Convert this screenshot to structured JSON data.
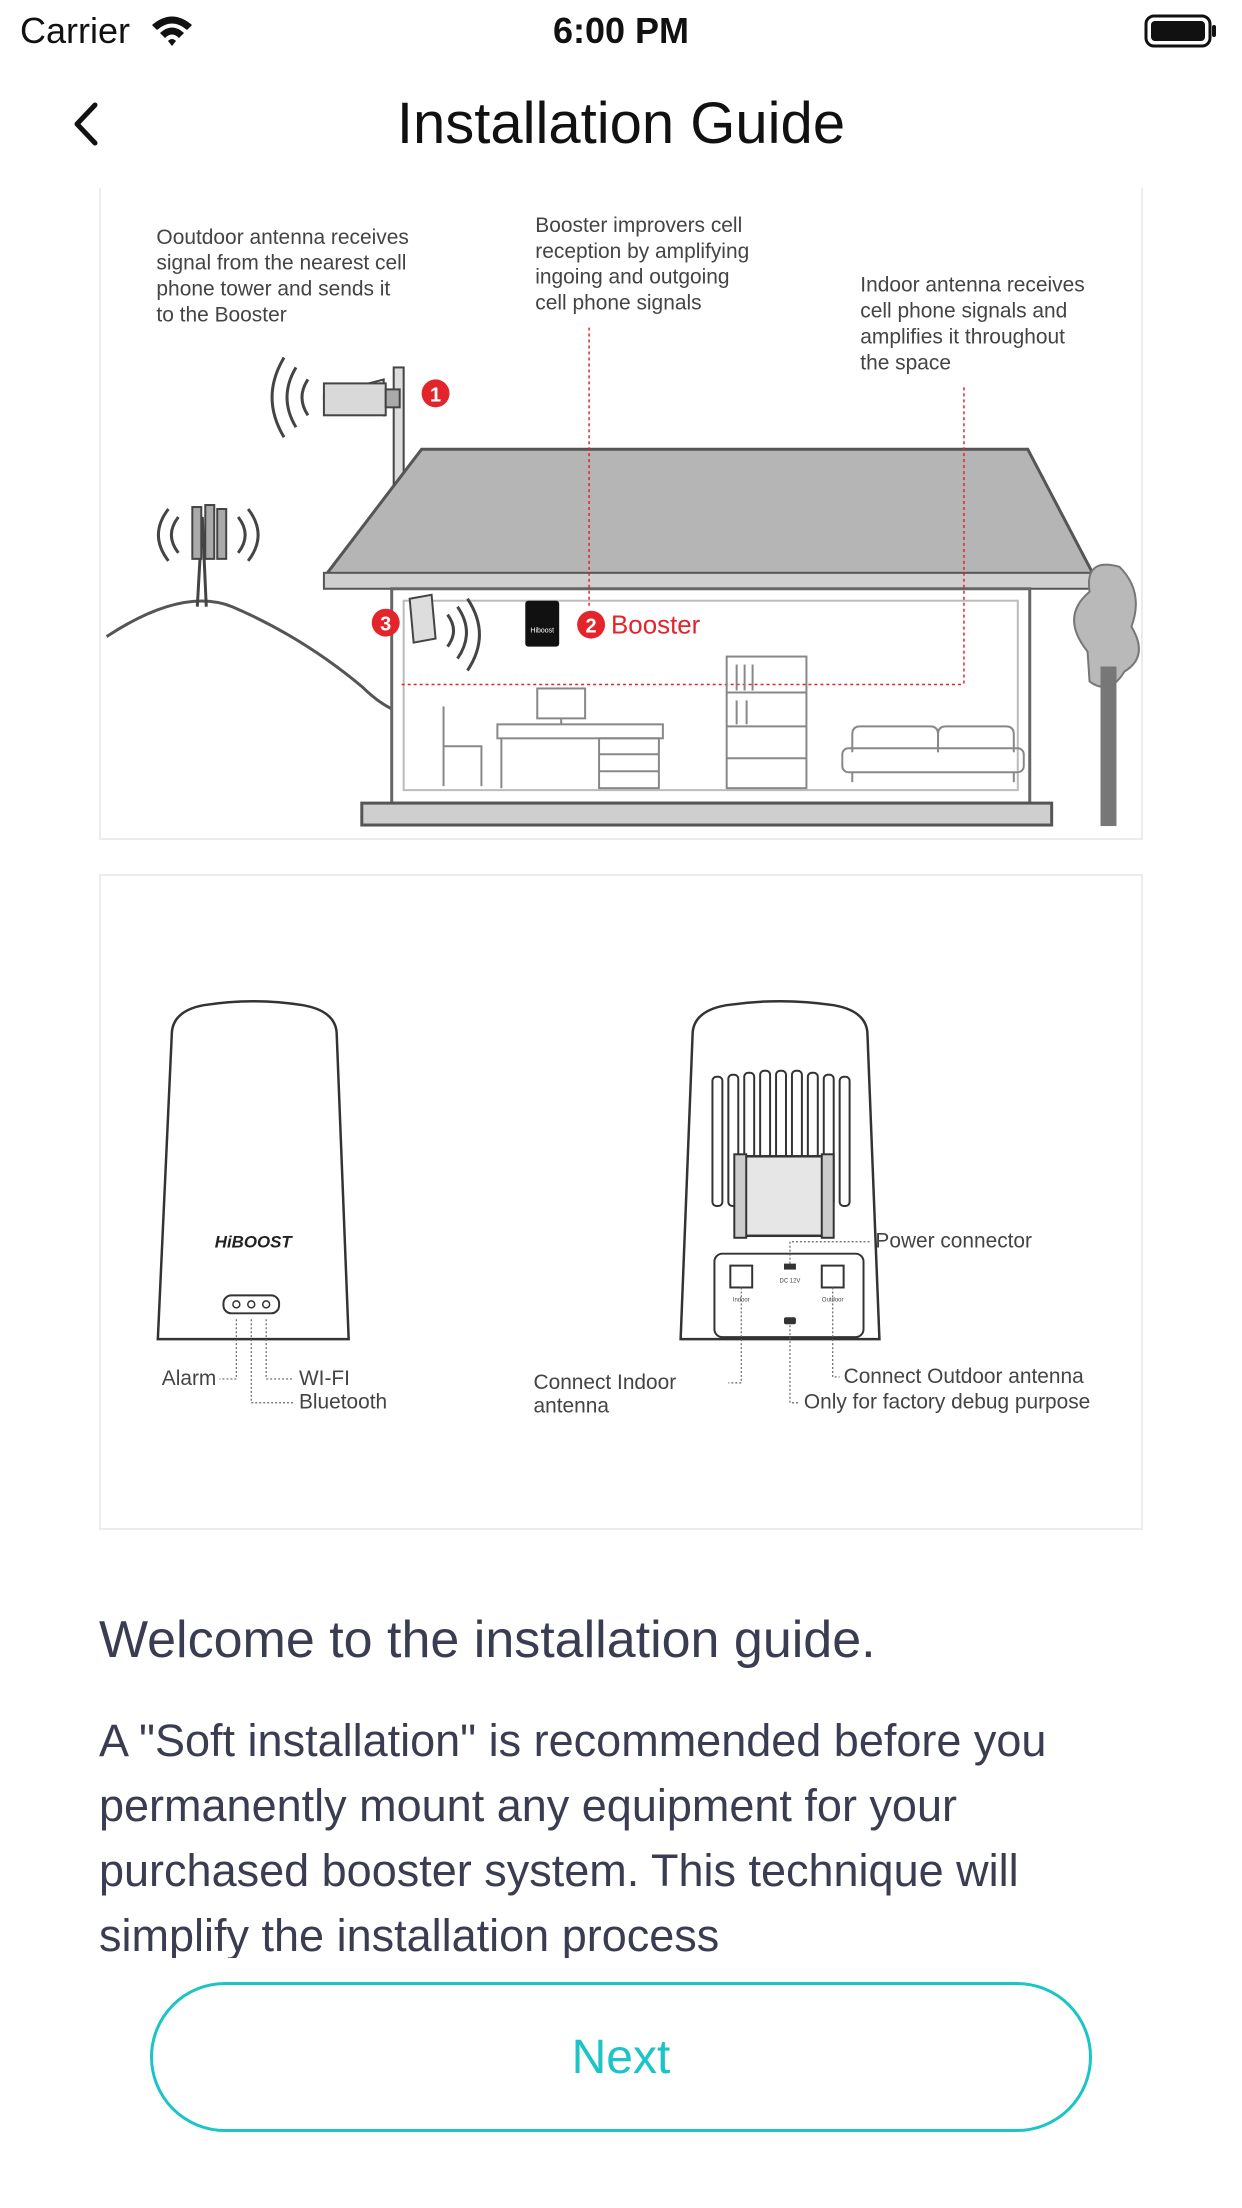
{
  "status_bar": {
    "carrier": "Carrier",
    "time": "6:00 PM",
    "wifi_icon": "wifi-icon",
    "battery_icon": "battery-icon"
  },
  "nav": {
    "title": "Installation Guide",
    "back_icon": "chevron-left-icon"
  },
  "figure1": {
    "outdoor_text": [
      "Ooutdoor antenna receives",
      "signal from the nearest cell",
      "phone tower and sends it",
      "to the Booster"
    ],
    "booster_text": [
      "Booster improvers cell",
      "reception by amplifying",
      "ingoing and outgoing",
      "cell phone signals"
    ],
    "indoor_text": [
      "Indoor antenna receives",
      "cell phone signals and",
      "amplifies it throughout",
      "the space"
    ],
    "badge1": "1",
    "badge2": "2",
    "badge3": "3",
    "booster_label": "Booster",
    "logo_text": "Hiboost",
    "accent_color": "#e3242b"
  },
  "figure2": {
    "logo_text": "HiBOOST",
    "alarm": "Alarm",
    "wifi": "WI-FI",
    "bluetooth": "Bluetooth",
    "power_connector": "Power connector",
    "connect_indoor": [
      "Connect Indoor",
      "antenna"
    ],
    "connect_outdoor": "Connect Outdoor antenna",
    "factory_debug": "Only for factory debug purpose",
    "port_dc": "DC 12V",
    "port_indoor": "Indoor",
    "port_outdoor": "Outdoor"
  },
  "welcome": {
    "title": "Welcome to the installation guide.",
    "body": "A \"Soft installation\" is recommended before you permanently mount any equipment for your purchased booster system. This technique will simplify the installation process"
  },
  "next_button": {
    "label": "Next",
    "color": "#1bc4c7"
  }
}
